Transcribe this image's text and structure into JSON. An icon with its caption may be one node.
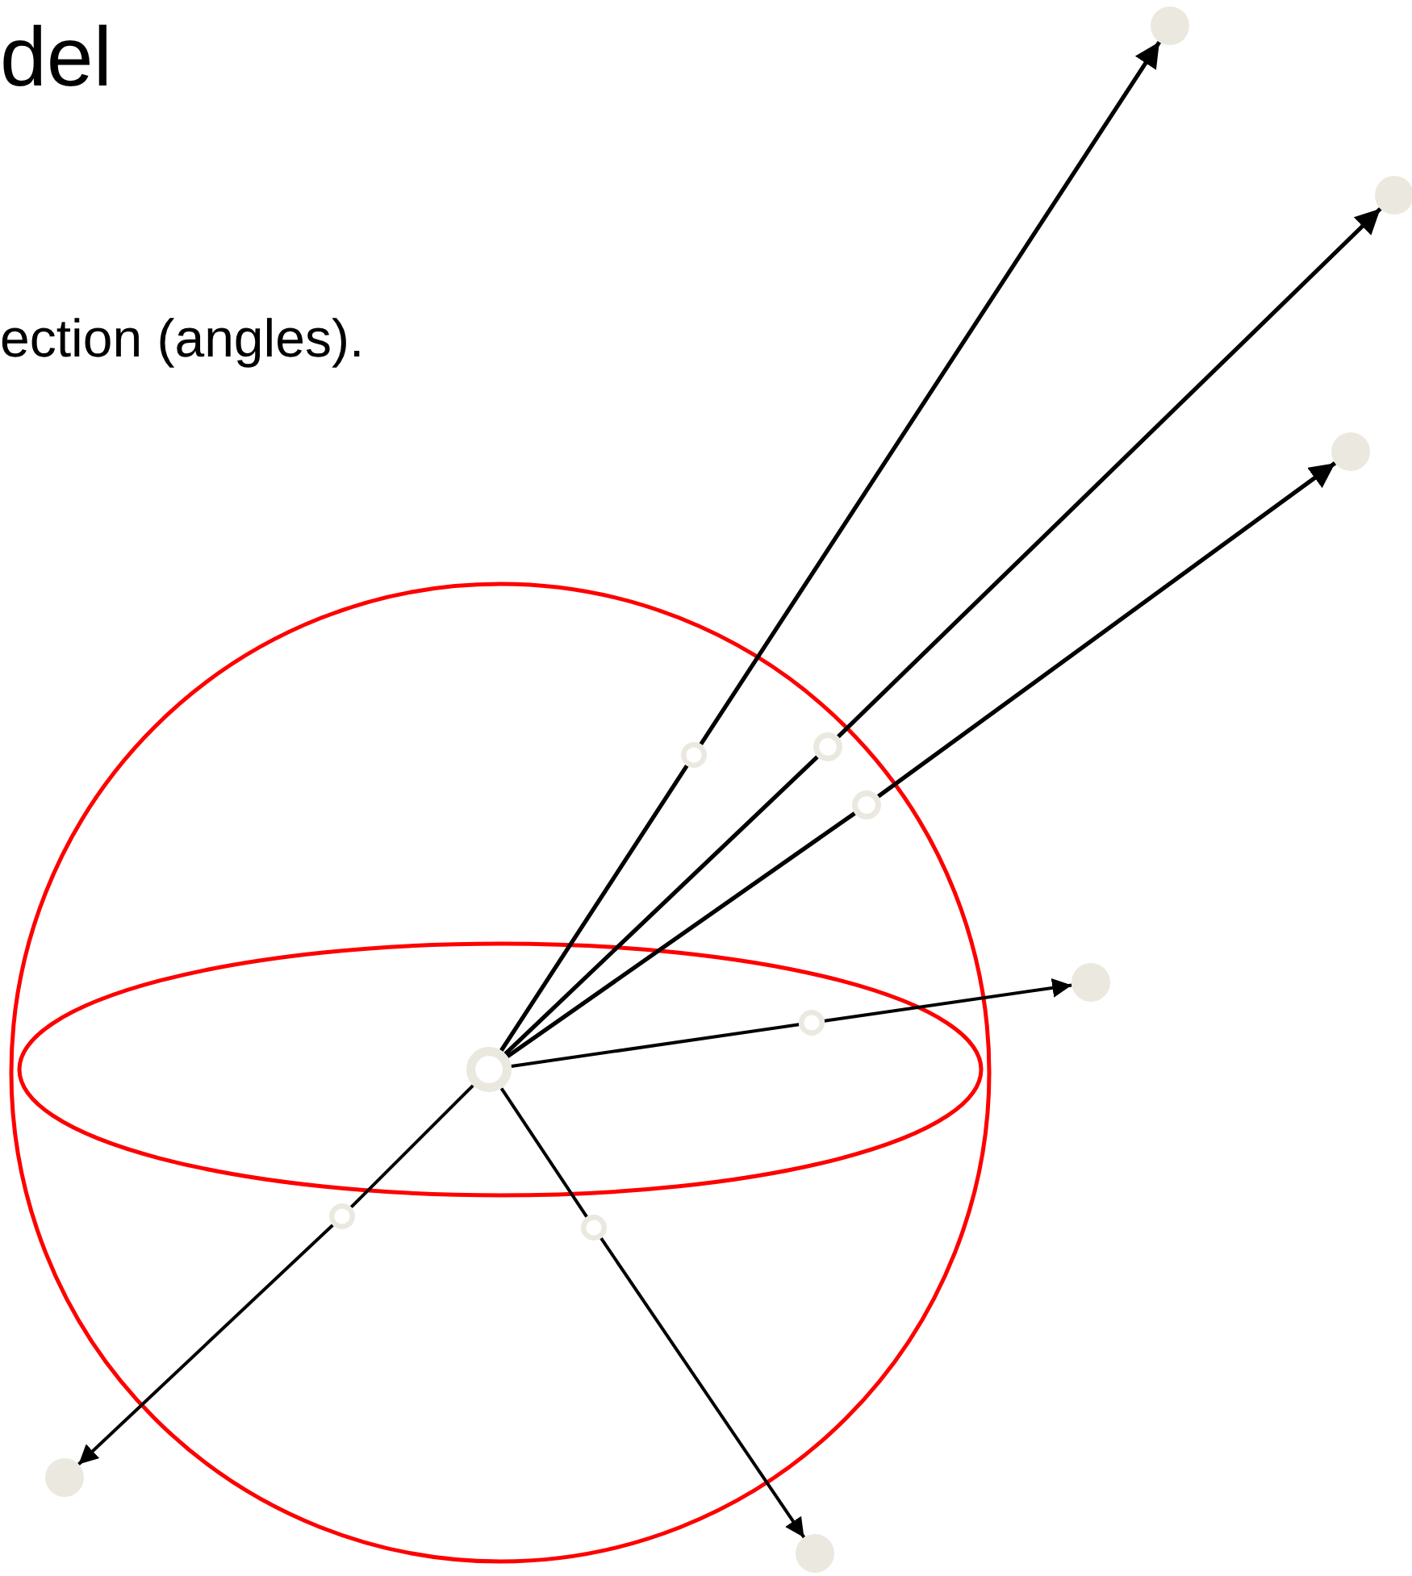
{
  "diagram": {
    "title": "del",
    "nodes": [
      {
        "text": [],
        "shape": "circle"
      },
      {
        "text": [],
        "shape": "circle"
      },
      {
        "text": [],
        "shape": "circle"
      },
      {
        "text": [],
        "shape": "circle"
      },
      {
        "text": [],
        "shape": "circle"
      },
      {
        "text": [],
        "shape": "circle"
      },
      {
        "text": [],
        "shape": "circle"
      },
      {
        "text": [],
        "shape": "circle"
      },
      {
        "text": [],
        "shape": "circle"
      },
      {
        "text": [],
        "shape": "circle"
      },
      {
        "text": [],
        "shape": "circle"
      },
      {
        "text": [],
        "shape": "circle"
      },
      {
        "text": [],
        "shape": "circle"
      }
    ],
    "edges": [
      {
        "from": 0,
        "to": 1,
        "arrow": "none"
      },
      {
        "from": 1,
        "to": 7,
        "arrow": "to"
      },
      {
        "from": 0,
        "to": 2,
        "arrow": "none"
      },
      {
        "from": 2,
        "to": 8,
        "arrow": "to"
      },
      {
        "from": 0,
        "to": 3,
        "arrow": "none"
      },
      {
        "from": 3,
        "to": 9,
        "arrow": "to"
      },
      {
        "from": 0,
        "to": 4,
        "arrow": "none"
      },
      {
        "from": 4,
        "to": 10,
        "arrow": "to"
      },
      {
        "from": 0,
        "to": 5,
        "arrow": "none"
      },
      {
        "from": 5,
        "to": 11,
        "arrow": "to"
      },
      {
        "from": 0,
        "to": 6,
        "arrow": "none"
      },
      {
        "from": 6,
        "to": 12,
        "arrow": "to"
      }
    ],
    "labels": [
      "ection (angles)."
    ]
  }
}
